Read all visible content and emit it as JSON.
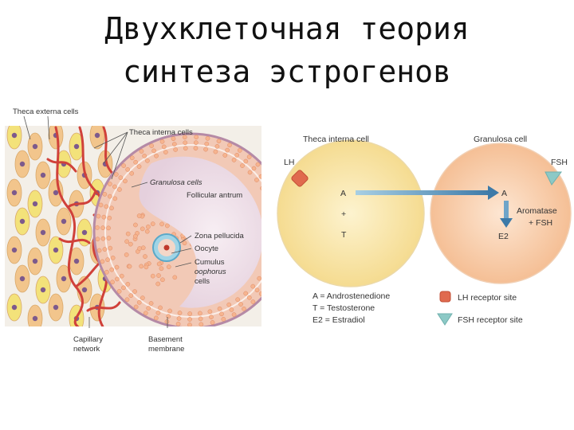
{
  "title": {
    "line1": "Двухклеточная теория",
    "line2": "синтеза эстрогенов"
  },
  "left_diagram": {
    "labels": {
      "theca_externa": "Theca externa cells",
      "theca_interna": "Theca interna cells",
      "granulosa": "Granulosa cells",
      "follicular_antrum": "Follicular antrum",
      "zona_pellucida": "Zona pellucida",
      "oocyte": "Oocyte",
      "cumulus_1": "Cumulus",
      "cumulus_2": "oophorus",
      "cumulus_3": "cells",
      "capillary_1": "Capillary",
      "capillary_2": "network",
      "basement_1": "Basement",
      "basement_2": "membrane"
    }
  },
  "right_diagram": {
    "theca_cell_label": "Theca interna cell",
    "granulosa_cell_label": "Granulosa cell",
    "lh": "LH",
    "fsh": "FSH",
    "theca_a": "A",
    "plus": "+",
    "theca_t": "T",
    "gran_a": "A",
    "aromatase": "Aromatase",
    "plus_fsh": "+ FSH",
    "e2": "E2",
    "legend": {
      "a_def": "A = Androstenedione",
      "t_def": "T = Testosterone",
      "e2_def": "E2 = Estradiol",
      "lh_site": "LH receptor site",
      "fsh_site": "FSH receptor site"
    }
  },
  "colors": {
    "theca_cell": "#f4d98a",
    "granulosa_cell": "#f7c49a",
    "lh_receptor": "#e06a4e",
    "fsh_receptor": "#8cc9c6",
    "arrow": "#5b8fb4",
    "antrum": "#efe2ea"
  }
}
